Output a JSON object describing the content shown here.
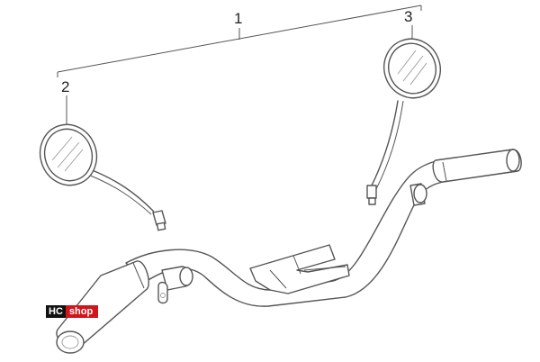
{
  "callouts": {
    "assembly": "1",
    "mirror_left": "2",
    "mirror_right": "3"
  },
  "logo": {
    "part1": "HC",
    "part2": "shop"
  },
  "colors": {
    "line": "#555555",
    "logo_dark": "#111111",
    "logo_red": "#d0151b"
  }
}
